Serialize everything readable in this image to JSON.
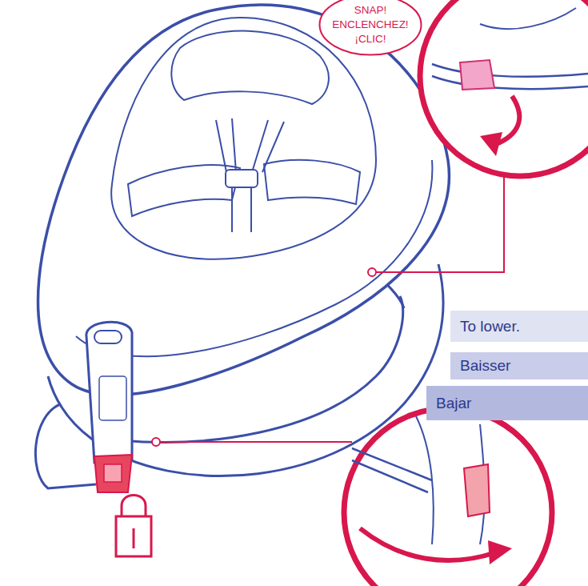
{
  "diagram": {
    "nodes": [
      {
        "text": [
          "SNAP!",
          "ENCLENCHEZ!",
          "¡CLIC!"
        ]
      },
      {
        "text": [
          "To lower."
        ]
      },
      {
        "text": [
          "Baisser"
        ]
      },
      {
        "text": [
          "Bajar"
        ]
      }
    ]
  }
}
